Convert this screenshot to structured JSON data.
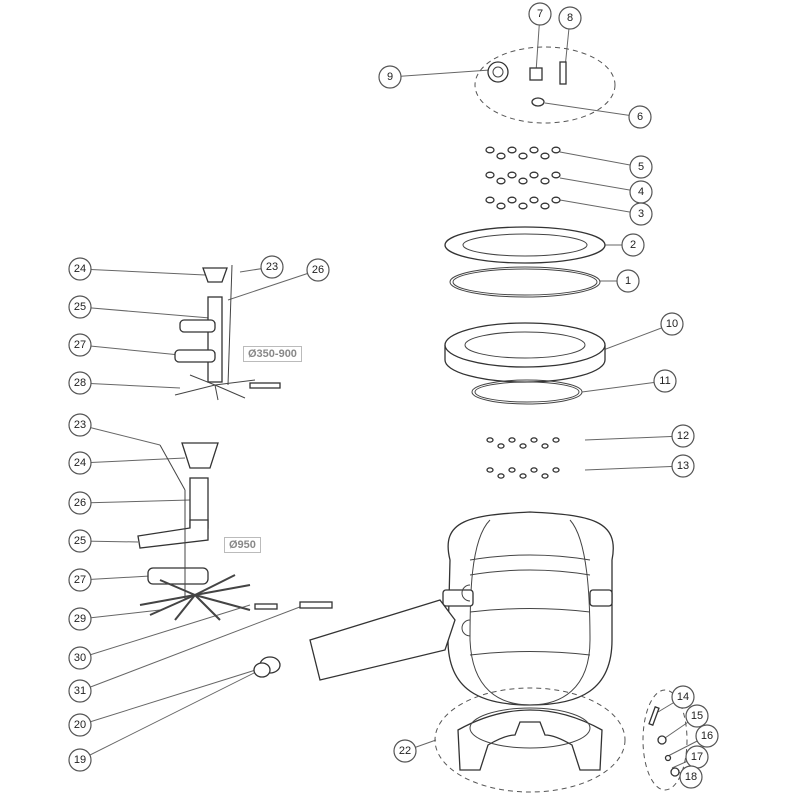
{
  "diagram": {
    "size_tags": {
      "small_range": "Ø350-900",
      "large": "Ø950"
    },
    "callouts": [
      "9",
      "7",
      "8",
      "6",
      "5",
      "4",
      "3",
      "2",
      "1",
      "10",
      "11",
      "12",
      "13",
      "24",
      "23",
      "26",
      "25",
      "27",
      "28",
      "23",
      "24",
      "26",
      "25",
      "27",
      "29",
      "30",
      "31",
      "20",
      "19",
      "22",
      "14",
      "15",
      "16",
      "17",
      "18"
    ]
  }
}
